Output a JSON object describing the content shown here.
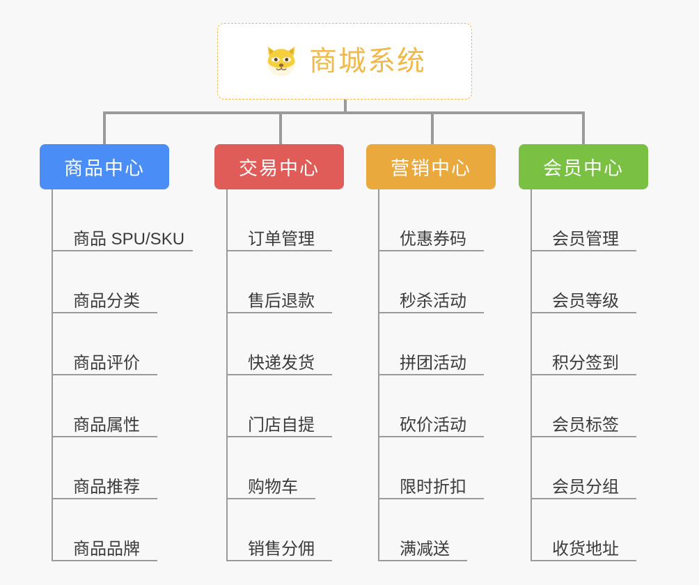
{
  "background_color": "#f8f8f8",
  "connector_color": "#9a9a9a",
  "root": {
    "title": "商城系统",
    "icon": "shiba-dog-face-emoji",
    "text_color": "#f0b94c",
    "border_color": "#f0b84a",
    "background_color": "#ffffff"
  },
  "categories": [
    {
      "label": "商品中心",
      "color": "#4a8df6",
      "items": [
        "商品 SPU/SKU",
        "商品分类",
        "商品评价",
        "商品属性",
        "商品推荐",
        "商品品牌"
      ]
    },
    {
      "label": "交易中心",
      "color": "#e05c59",
      "items": [
        "订单管理",
        "售后退款",
        "快递发货",
        "门店自提",
        "购物车",
        "销售分佣"
      ]
    },
    {
      "label": "营销中心",
      "color": "#eaa93c",
      "items": [
        "优惠券码",
        "秒杀活动",
        "拼团活动",
        "砍价活动",
        "限时折扣",
        "满减送"
      ]
    },
    {
      "label": "会员中心",
      "color": "#79c council",
      "items": [
        "会员管理",
        "会员等级",
        "积分签到",
        "会员标签",
        "会员分组",
        "收货地址"
      ]
    }
  ]
}
